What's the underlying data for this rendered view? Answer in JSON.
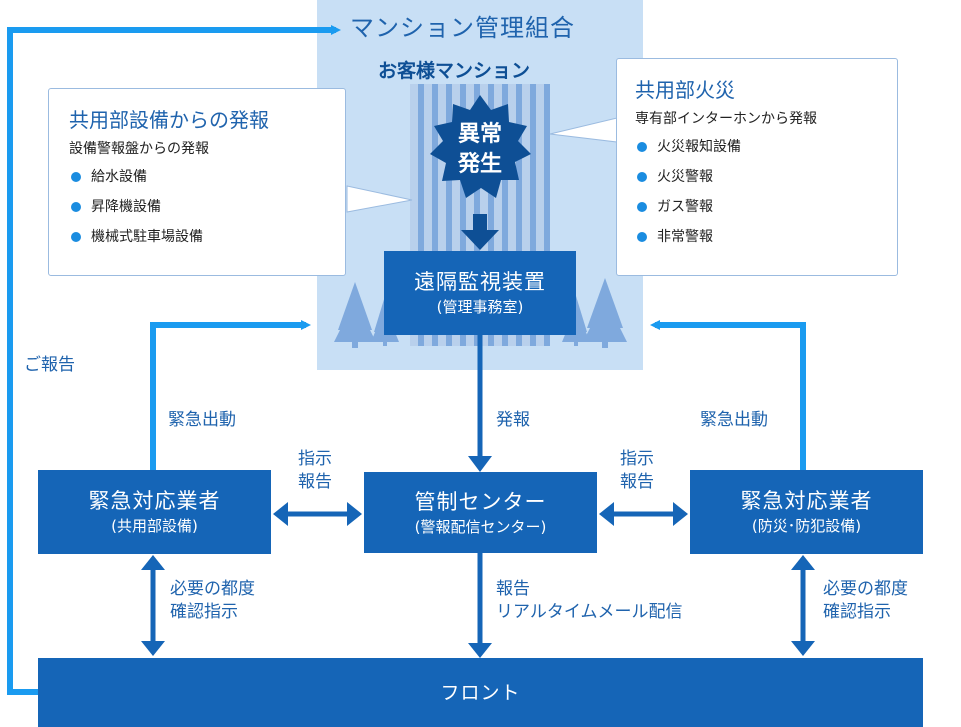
{
  "association": {
    "title": "マンション管理組合"
  },
  "building": {
    "title": "お客様マンション"
  },
  "incident": {
    "line1": "異常",
    "line2": "発生"
  },
  "monitor": {
    "title": "遠隔監視装置",
    "subtitle": "(管理事務室)"
  },
  "left_panel": {
    "title": "共用部設備からの発報",
    "subtitle": "設備警報盤からの発報",
    "items": [
      "給水設備",
      "昇降機設備",
      "機械式駐車場設備"
    ]
  },
  "right_panel": {
    "title": "共用部火災",
    "subtitle": "専有部インターホンから発報",
    "items": [
      "火災報知設備",
      "火災警報",
      "ガス警報",
      "非常警報"
    ]
  },
  "center": {
    "title": "管制センター",
    "subtitle": "(警報配信センター)"
  },
  "responder_left": {
    "title": "緊急対応業者",
    "subtitle": "(共用部設備)"
  },
  "responder_right": {
    "title": "緊急対応業者",
    "subtitle": "(防災･防犯設備)"
  },
  "front": {
    "title": "フロント"
  },
  "labels": {
    "report_to_association": "ご報告",
    "dispatch_left": "緊急出動",
    "dispatch_right": "緊急出動",
    "alarm": "発報",
    "instruct_left_1": "指示",
    "instruct_left_2": "報告",
    "instruct_right_1": "指示",
    "instruct_right_2": "報告",
    "confirm_left_1": "必要の都度",
    "confirm_left_2": "確認指示",
    "confirm_right_1": "必要の都度",
    "confirm_right_2": "確認指示",
    "report_front_1": "報告",
    "report_front_2": "リアルタイムメール配信"
  },
  "colors": {
    "box": "#1565b7",
    "feedback_line": "#1a9bf0",
    "area": "#c8dff5",
    "building": "#7fa9dd"
  }
}
